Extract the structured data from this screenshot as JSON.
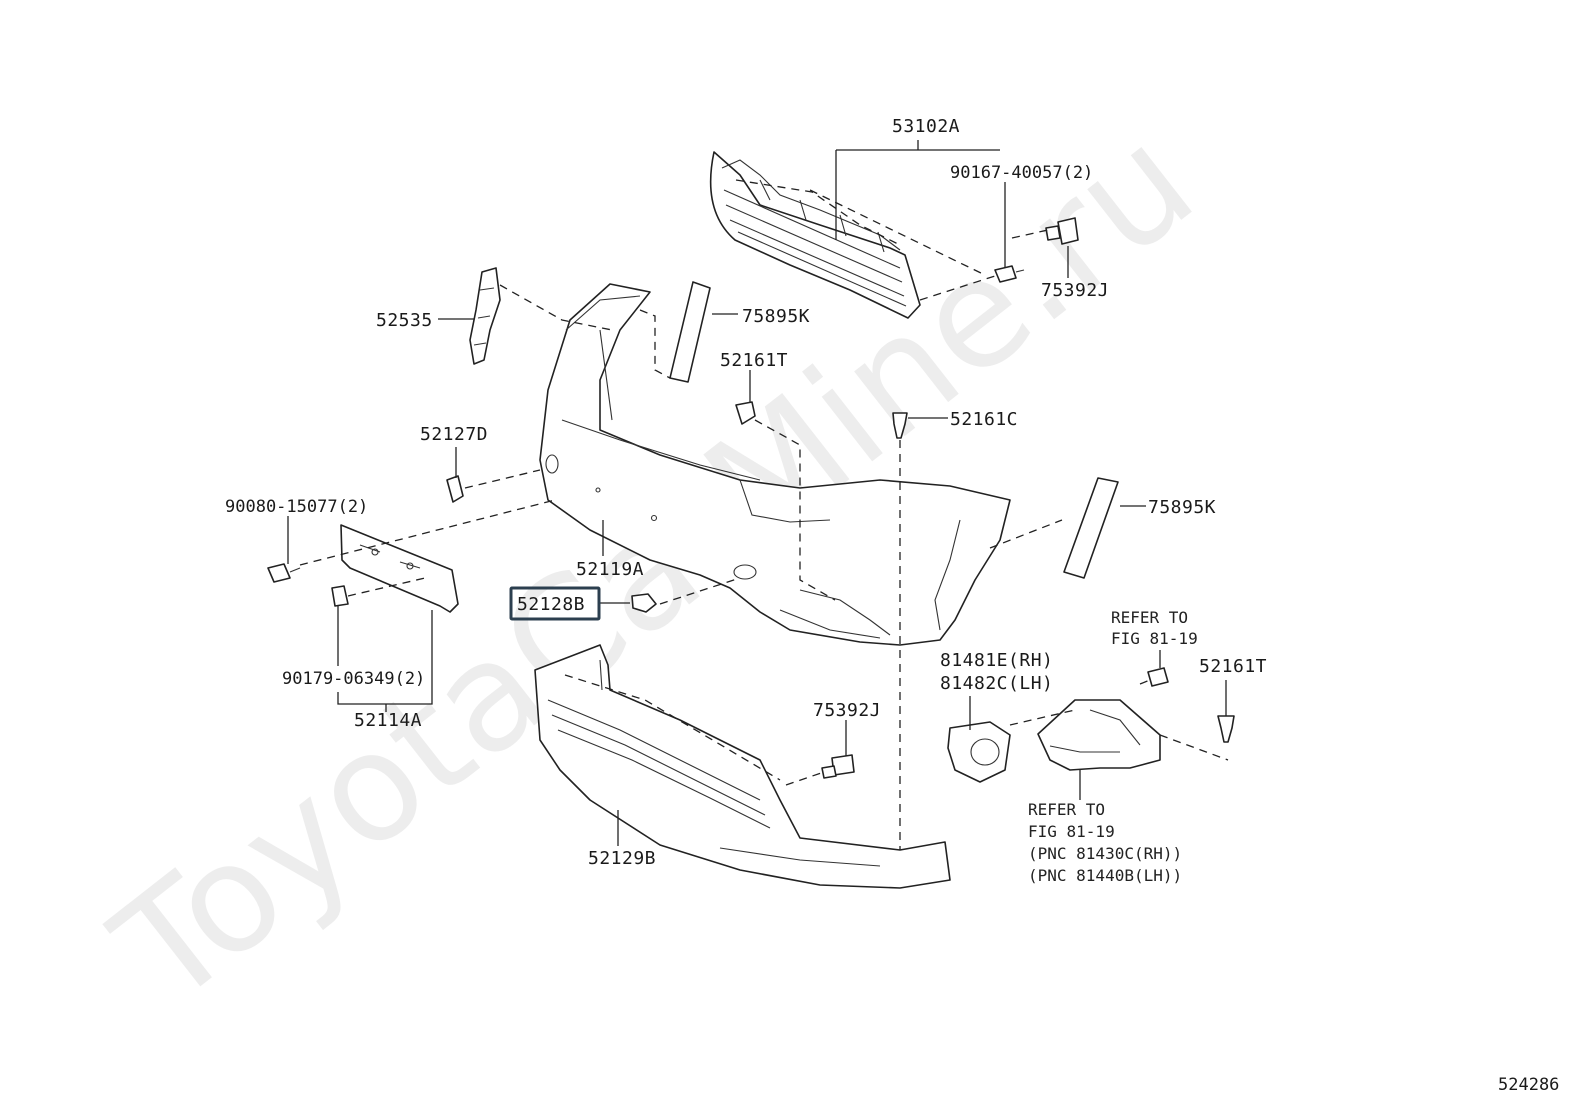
{
  "watermark": "ToyotaCarMine.ru",
  "diagram_id": "524286",
  "highlighted_part": "52128B",
  "labels": {
    "grille_upper": "53102A",
    "screw_grille": "90167-40057(2)",
    "bracket_75392J_upper": "75392J",
    "retainer_52535": "52535",
    "moulding_75895K_left": "75895K",
    "clip_52161T_center": "52161T",
    "clip_52161C": "52161C",
    "cap_52127D": "52127D",
    "bolt_90080": "90080-15077(2)",
    "moulding_75895K_right": "75895K",
    "bumper_cover": "52119A",
    "cap_52128B": "52128B",
    "nut_90179": "90179-06349(2)",
    "plate_52114A": "52114A",
    "foglamp_cover_rh": "81481E(RH)",
    "foglamp_cover_lh": "81482C(LH)",
    "refer_upper_line1": "REFER TO",
    "refer_upper_line2": "FIG 81-19",
    "clip_52161T_right": "52161T",
    "bracket_75392J_lower": "75392J",
    "grille_lower": "52129B",
    "refer_lower_line1": "REFER TO",
    "refer_lower_line2": "FIG 81-19",
    "refer_lower_line3": "(PNC 81430C(RH))",
    "refer_lower_line4": "(PNC 81440B(LH))"
  }
}
